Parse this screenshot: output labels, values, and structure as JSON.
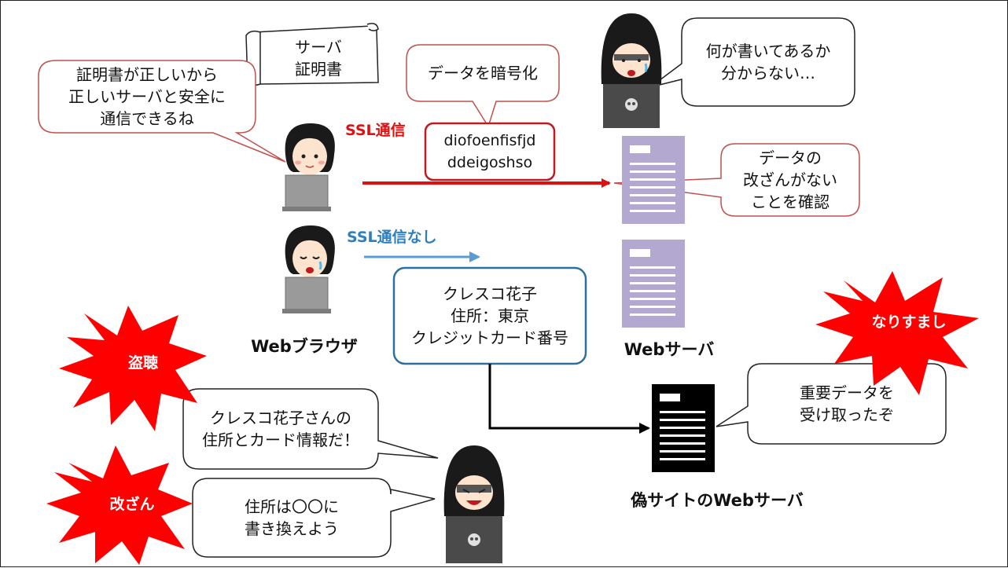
{
  "bubbles": {
    "client_reassure": [
      "証明書が正しいから",
      "正しいサーバと安全に",
      "通信できるね"
    ],
    "encrypt": [
      "データを暗号化"
    ],
    "attacker_confused": [
      "何が書いてあるか",
      "分からない…"
    ],
    "integrity": [
      "データの",
      "改ざんがない",
      "ことを確認"
    ],
    "eavesdrop_voice": [
      "クレスコ花子さんの",
      "住所とカード情報だ！"
    ],
    "tamper_voice": [
      "住所は〇〇に",
      "書き換えよう"
    ],
    "fake_server_voice": [
      "重要データを",
      "受け取ったぞ"
    ]
  },
  "scroll_certificate": [
    "サーバ",
    "証明書"
  ],
  "ciphertext": [
    "diofoenfisfjd",
    "ddeigoshso"
  ],
  "plaintext_box": [
    "クレスコ花子",
    "住所：東京",
    "クレジットカード番号"
  ],
  "labels": {
    "ssl": "SSL通信",
    "no_ssl": "SSL通信なし",
    "browser": "Webブラウザ",
    "server": "Webサーバ",
    "fake_server": "偽サイトのWebサーバ"
  },
  "bursts": {
    "eavesdrop": "盗聴",
    "tamper": "改ざん",
    "spoof": "なりすまし"
  },
  "colors": {
    "ssl_red": "#e01010",
    "no_ssl_blue": "#2e7fbf",
    "burst_red": "#ff0000",
    "bubble_border": "#c0504d",
    "server_lavender": "#b3a9d0",
    "box_blue": "#2e6f9e"
  }
}
